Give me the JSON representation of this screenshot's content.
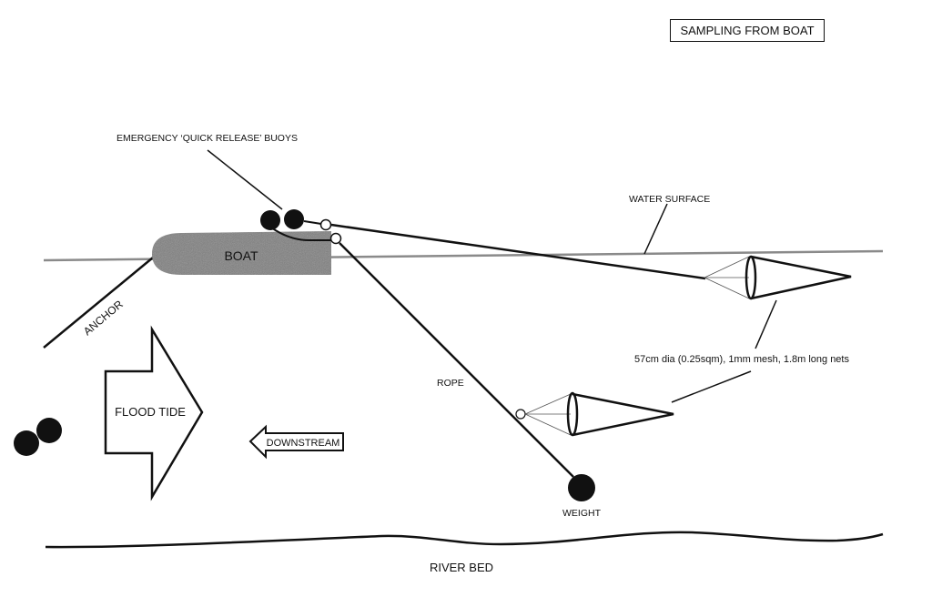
{
  "diagram": {
    "title": "SAMPLING FROM BOAT",
    "labels": {
      "buoys": "EMERGENCY ‘QUICK RELEASE’ BUOYS",
      "boat": "BOAT",
      "anchor": "ANCHOR",
      "water_surface": "WATER SURFACE",
      "rope": "ROPE",
      "weight": "WEIGHT",
      "net_spec": "57cm dia (0.25sqm), 1mm mesh, 1.8m long nets",
      "flood_tide": "FLOOD TIDE",
      "downstream": "DOWNSTREAM",
      "river_bed": "RIVER BED"
    },
    "colors": {
      "ink": "#111111",
      "boat_fill": "#7a7a7a",
      "water_line": "#8a8a8a"
    }
  }
}
